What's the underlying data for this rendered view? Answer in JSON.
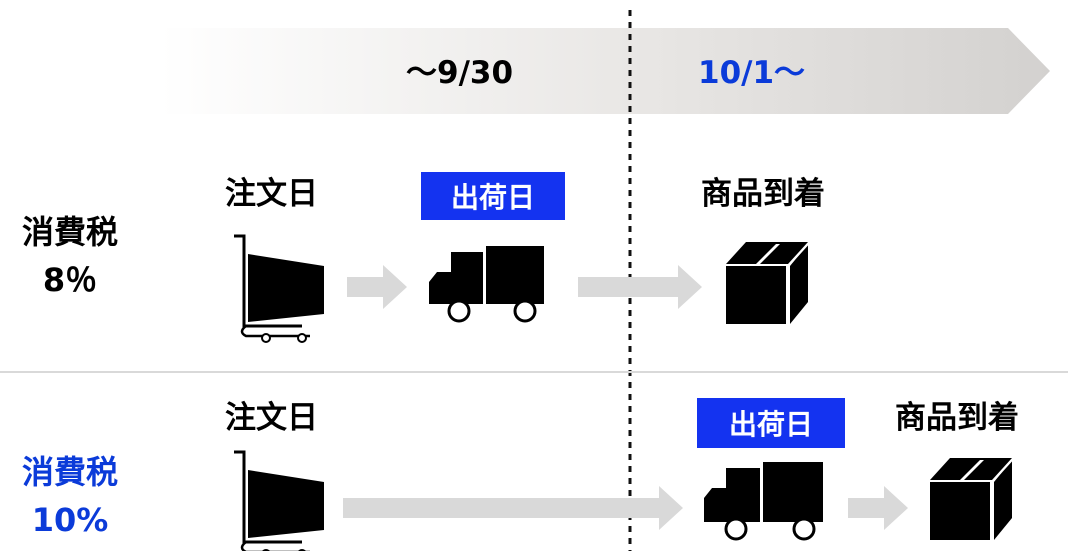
{
  "timeline": {
    "before_label": "～9/30",
    "after_label": "10/1～"
  },
  "rows": [
    {
      "tax_label": "消費税",
      "tax_rate": "8％",
      "order_label": "注文日",
      "ship_label": "出荷日",
      "arrive_label": "商品到着"
    },
    {
      "tax_label": "消費税",
      "tax_rate": "10%",
      "order_label": "注文日",
      "ship_label": "出荷日",
      "arrive_label": "商品到着"
    }
  ],
  "icons": [
    "shopping-cart-icon",
    "truck-icon",
    "package-box-icon",
    "arrow-right-icon"
  ],
  "colors": {
    "highlight_blue": "#1433F0",
    "text_blue": "#0B3BD9",
    "arrow_gray": "#D9D9D9",
    "timeline_gray": "#D6D4D2"
  }
}
